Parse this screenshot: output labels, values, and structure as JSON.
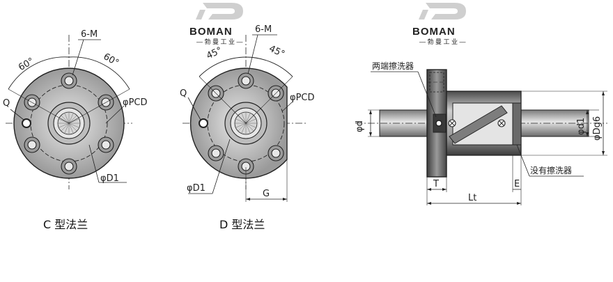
{
  "watermark": {
    "brand": "BOMAN",
    "subtitle": "— 勃 曼 工 业 —",
    "color": "#c9c9c9"
  },
  "c_flange": {
    "caption": "C 型法兰",
    "labels": {
      "holes": "6-M",
      "angle_left": "60°",
      "angle_right": "60°",
      "q": "Q",
      "pcd": "φPCD",
      "d1": "φD1"
    }
  },
  "d_flange": {
    "caption": "D 型法兰",
    "labels": {
      "holes": "6-M",
      "angle_left": "45°",
      "angle_right": "45°",
      "q": "Q",
      "pcd": "φPCD",
      "d1": "φD1",
      "g": "G"
    }
  },
  "side_view": {
    "labels": {
      "wiper_both": "两端擦洗器",
      "wiper_none": "没有擦洗器",
      "d": "φd",
      "d1": "φd1",
      "dg6": "φDg6",
      "t": "T",
      "lt": "Lt",
      "e": "E"
    }
  },
  "colors": {
    "line": "#222222",
    "fill_dark": "#555555",
    "fill_mid": "#8a8a8a",
    "fill_light": "#cfcfcf",
    "shade": "#b5b5b5"
  }
}
